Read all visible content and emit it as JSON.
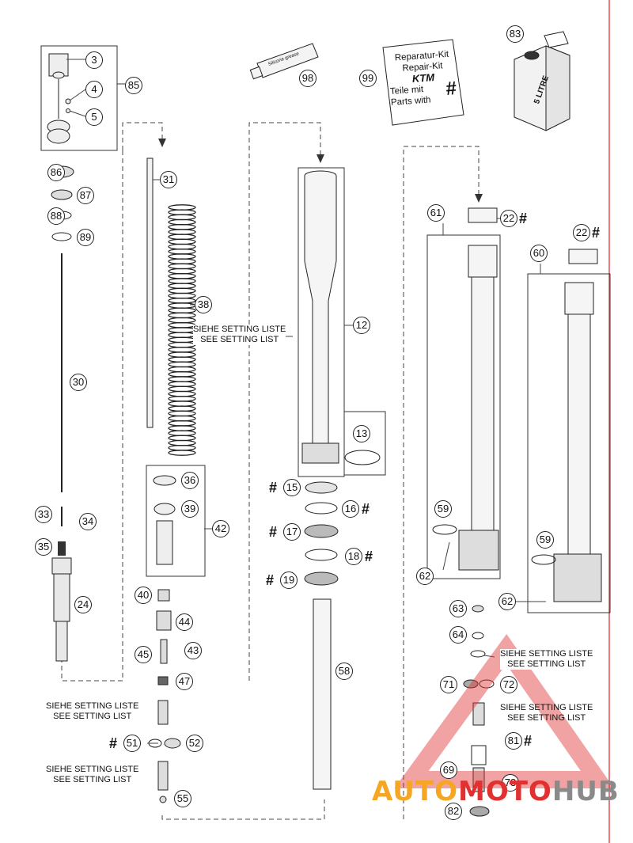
{
  "setting_notes": {
    "de": "SIEHE SETTING LISTE",
    "en": "SEE SETTING LIST"
  },
  "repair_kit": {
    "line1": "Reparatur-Kit",
    "line2": "Repair-Kit",
    "brand": "KTM",
    "line3": "Teile mit",
    "line4": "Parts with",
    "symbol": "#"
  },
  "oil_can_label": "5 LITRE",
  "grease_tube_label": "Silicone grease",
  "watermark": {
    "part1": "AUTO",
    "part2": "MOTO",
    "part3": "HUB"
  },
  "callouts": {
    "c3": "3",
    "c4": "4",
    "c5": "5",
    "c85": "85",
    "c98": "98",
    "c99": "99",
    "c83": "83",
    "c86": "86",
    "c87": "87",
    "c88": "88",
    "c89": "89",
    "c31": "31",
    "c38": "38",
    "c30": "30",
    "c12": "12",
    "c13": "13",
    "c61": "61",
    "c22a": "22",
    "c22b": "22",
    "c60": "60",
    "c36": "36",
    "c39": "39",
    "c42": "42",
    "c33": "33",
    "c34": "34",
    "c35": "35",
    "c24": "24",
    "c15": "15",
    "c16": "16",
    "c17": "17",
    "c18": "18",
    "c19": "19",
    "c58": "58",
    "c59a": "59",
    "c59b": "59",
    "c62a": "62",
    "c62b": "62",
    "c40": "40",
    "c44": "44",
    "c43": "43",
    "c45": "45",
    "c47": "47",
    "c51": "51",
    "c52": "52",
    "c55": "55",
    "c63": "63",
    "c64": "64",
    "c71": "71",
    "c72": "72",
    "c81": "81",
    "c69": "69",
    "c73": "73",
    "c82": "82"
  },
  "hash": "#",
  "colors": {
    "line": "#222222",
    "watermark_red": "#e03030",
    "watermark_orange": "#f5a623",
    "watermark_gray": "#8a8a8a",
    "border_red": "#e05050"
  }
}
